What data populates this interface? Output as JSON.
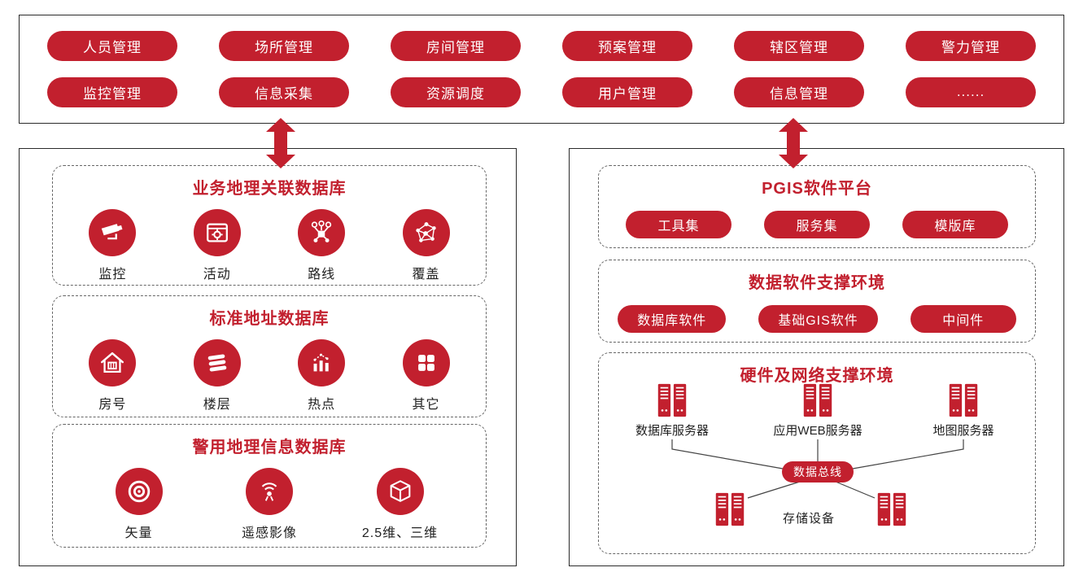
{
  "colors": {
    "accent": "#c2202e",
    "panel_border": "#2b2b2b"
  },
  "modules": {
    "rows": [
      [
        "人员管理",
        "场所管理",
        "房间管理",
        "预案管理",
        "辖区管理",
        "警力管理"
      ],
      [
        "监控管理",
        "信息采集",
        "资源调度",
        "用户管理",
        "信息管理",
        "......"
      ]
    ]
  },
  "left_panel": {
    "sections": [
      {
        "title": "业务地理关联数据库",
        "items": [
          {
            "icon": "cctv-camera-icon",
            "label": "监控"
          },
          {
            "icon": "window-gear-icon",
            "label": "活动"
          },
          {
            "icon": "route-network-icon",
            "label": "路线"
          },
          {
            "icon": "coverage-network-icon",
            "label": "覆盖"
          }
        ]
      },
      {
        "title": "标准地址数据库",
        "items": [
          {
            "icon": "house-icon",
            "label": "房号"
          },
          {
            "icon": "layers-icon",
            "label": "楼层"
          },
          {
            "icon": "hotspot-chart-icon",
            "label": "热点"
          },
          {
            "icon": "grid-squares-icon",
            "label": "其它"
          }
        ]
      },
      {
        "title": "警用地理信息数据库",
        "items": [
          {
            "icon": "target-icon",
            "label": "矢量"
          },
          {
            "icon": "broadcast-icon",
            "label": "遥感影像"
          },
          {
            "icon": "cube-3d-icon",
            "label": "2.5维、三维"
          }
        ]
      }
    ]
  },
  "right_panel": {
    "sections": [
      {
        "title": "PGIS软件平台",
        "pills": [
          "工具集",
          "服务集",
          "模版库"
        ]
      },
      {
        "title": "数据软件支撑环境",
        "pills": [
          "数据库软件",
          "基础GIS软件",
          "中间件"
        ]
      },
      {
        "title": "硬件及网络支撑环境",
        "servers": [
          "数据库服务器",
          "应用WEB服务器",
          "地图服务器"
        ],
        "bus": "数据总线",
        "storage": "存储设备"
      }
    ]
  }
}
